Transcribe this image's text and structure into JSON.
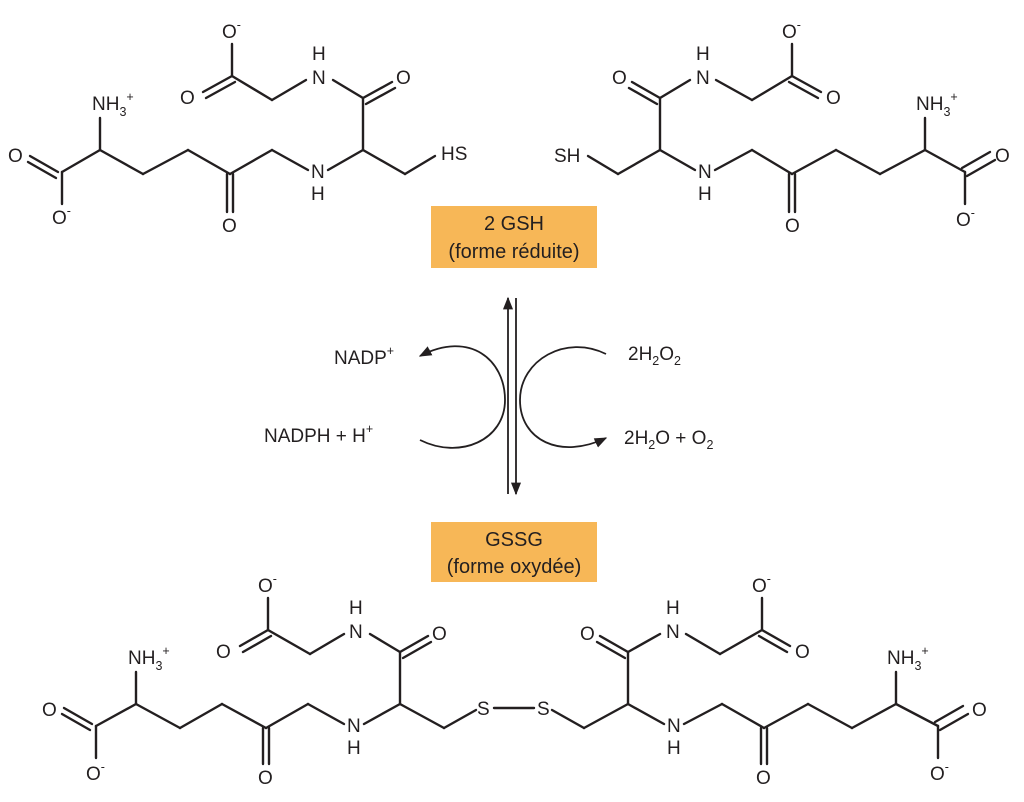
{
  "labels": {
    "gsh_line1": "2 GSH",
    "gsh_line2": "(forme réduite)",
    "gssg_line1": "GSSG",
    "gssg_line2": "(forme oxydée)"
  },
  "cofactors": {
    "nadp_base": "NADP",
    "nadp_charge": "+",
    "nadph_base": "NADPH + H",
    "nadph_charge": "+",
    "h2o2_coef": "2H",
    "h2o2_sub1": "2",
    "h2o2_mid": "O",
    "h2o2_sub2": "2",
    "water_coef": "2H",
    "water_sub": "2",
    "water_mid": "O + O",
    "water_sub2": "2"
  },
  "atoms": {
    "O": "O",
    "N": "N",
    "H": "H",
    "S": "S",
    "SH": "SH",
    "HS": "HS",
    "NH3": "NH",
    "three": "3",
    "plus": "+",
    "minus": "-"
  },
  "colors": {
    "ink": "#231f20",
    "label_box": "#f7b757",
    "background": "#ffffff"
  }
}
